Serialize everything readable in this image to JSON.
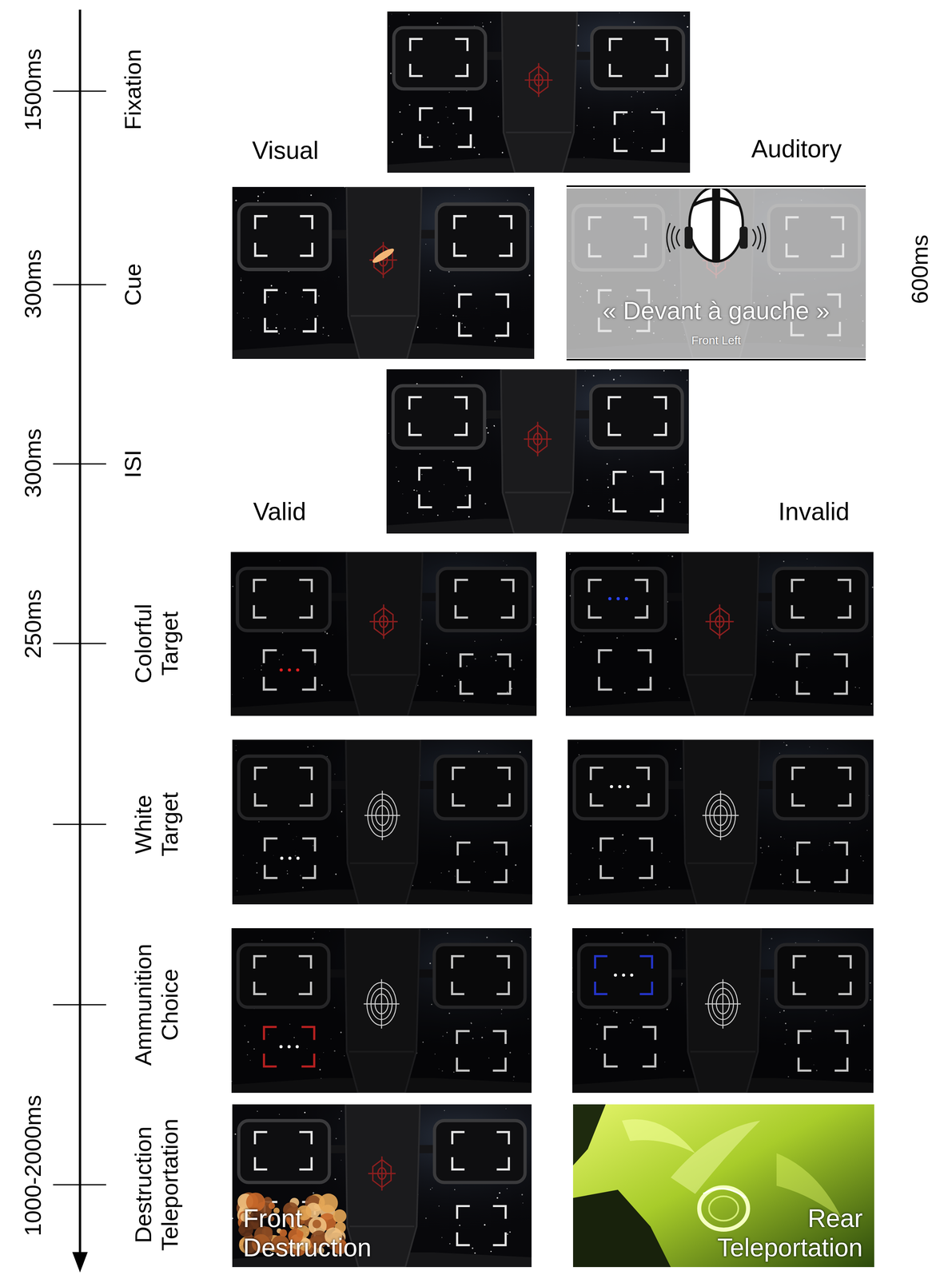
{
  "diagram": {
    "nodes": [
      {
        "text": [
          "« Devant à gauche »",
          "Front Left"
        ]
      },
      {
        "text": [
          "Front Destruction"
        ]
      },
      {
        "text": [
          "Rear Teleportation"
        ]
      }
    ],
    "labels": [
      "1500ms",
      "Fixation",
      "Visual",
      "Auditory",
      "300ms",
      "Cue",
      "600ms",
      "300ms",
      "ISI",
      "Valid",
      "Invalid",
      "250ms",
      "Colorful Target",
      "White Target",
      "Ammunition Choice",
      "1000-2000ms",
      "Destruction Teleportation"
    ]
  }
}
